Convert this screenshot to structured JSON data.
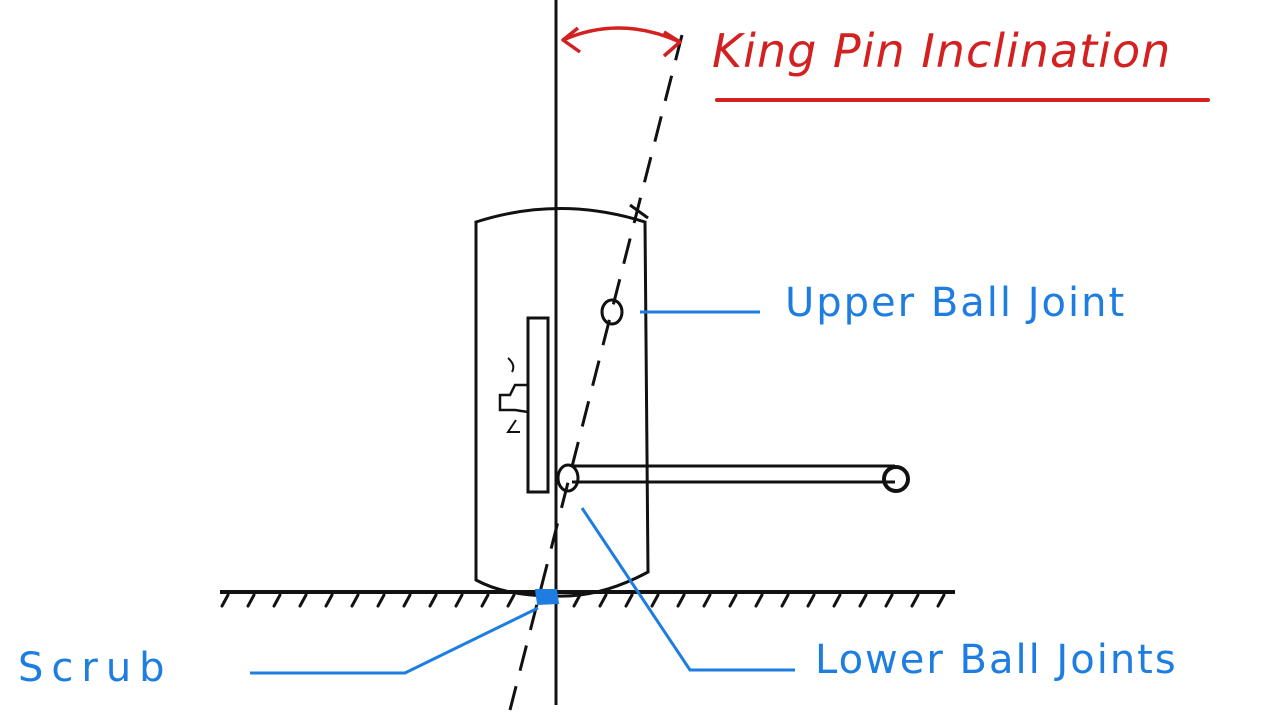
{
  "title": "King Pin Inclination",
  "labels": {
    "upper_ball_joint": "Upper Ball Joint",
    "lower_ball_joints": "Lower Ball Joints",
    "scrub": "Scrub"
  },
  "colors": {
    "title": "#d32020",
    "annotation": "#1e7de0",
    "ink": "#111111"
  }
}
